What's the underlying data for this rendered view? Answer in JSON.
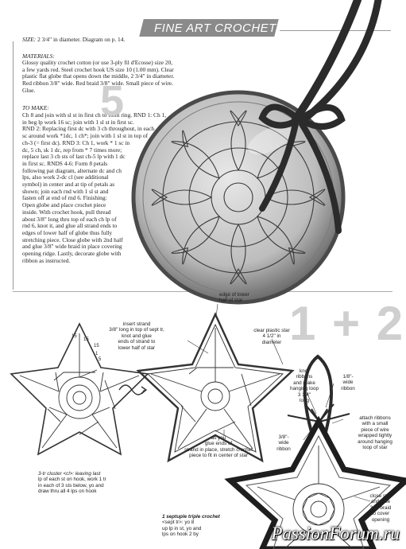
{
  "header": {
    "title": "FINE ART CROCHET"
  },
  "section_numbers": {
    "globe": "5",
    "stars": "1 + 2"
  },
  "size": {
    "label": "SIZE:",
    "text": "2 3/4\" in diameter. Diagram on p. 14."
  },
  "materials": {
    "label": "MATERIALS:",
    "lines": [
      "Glossy quality crochet cotton (or use 3-ply fil d'Ecosse) size 20,",
      "a few yards red.  Steel crochet hook US size 10 (1.00 mm).  Clear",
      "plastic flat globe that opens down the middle, 2 3/4\" in diameter.",
      "Red ribbon 3/8\" wide.  Red braid 3/8\" wide.  Small piece of wire.",
      "Glue."
    ]
  },
  "to_make": {
    "label": "TO MAKE:",
    "lines": [
      "Ch 8 and join with sl st in first ch to form ring.  RND 1:  Ch 1,",
      "in beg lp work 16 sc;  join with 1 sl st in first sc.",
      "RND 2:  Replacing first dc with 3 ch throughout, in each",
      "sc around work *1dc, 1 ch*;  join with 1 sl st in top of",
      "ch-3 (= first dc).  RND 3:  Ch 1, work * 1 sc in",
      "dc, 5 ch, sk 1 dc, rep from * 7 times more;",
      "replace last 3 ch sts of last ch-5 lp with 1 dc",
      "in first sc.  RNDS 4-6:  Form 8 petals",
      "following pat diagram, alternate dc and ch",
      "lps, also work 2-dc cl (see additional",
      "symbol) in center and at tip of petals as",
      "shown;  join each rnd with 1 sl st and",
      "fasten off at end of rnd 6.  Finishing:",
      "Open globe and place crochet piece",
      "inside.  With crochet hook, pull thread",
      "about 3/8\" long thru top of each ch lp of",
      "rnd 6, knot it, and glue all strand ends to",
      "edges of lower half of globe thus fully",
      "stretching piece.  Close globe with 2nd half",
      "and glue 3/8\" wide braid in place covering",
      "opening ridge.  Lastly, decorate globe with",
      "ribbon as instructed."
    ]
  },
  "diagram_labels": {
    "insert_strand": [
      "insert strand",
      "3/8\" long in top of sept tr,",
      "knot and glue",
      "ends of strand to",
      "lower half of star"
    ],
    "edge_lower": [
      "edge of lower",
      "half of star"
    ],
    "clear_star": [
      "clear plastic star",
      "4 1/2\" in",
      "diameter"
    ],
    "knot_ribbons": [
      "knot",
      "ribbons",
      "and make",
      "hanging loop",
      "3 1/4\"",
      "long"
    ],
    "wide_ribbon_18": [
      "1/8\"-",
      "wide",
      "ribbon"
    ],
    "attach_ribbons": [
      "attach ribbons",
      "with a small",
      "piece of wire",
      "wrapped tightly",
      "around hanging",
      "loop of star"
    ],
    "glue_ends": [
      "as you",
      "glue ends of",
      "strand in place, stretch crochet",
      "piece to fit in center of star"
    ],
    "wide_ribbon_38": [
      "3/8\"-",
      "wide",
      "ribbon"
    ],
    "close_star": [
      "close star",
      "and glue",
      "3/8\" braid",
      "to cover",
      "opening"
    ],
    "cluster": [
      "3-tr cluster <cl>: leaving last",
      "lp of each st on hook, work 1 tr",
      "in each of 3 sts below, yo and",
      "draw thru all 4 lps on hook"
    ],
    "septuple": [
      "1 septuple triple crochet",
      "<sept tr>: yo 8",
      "up lp in st, yo and",
      "lps on hook 2 by"
    ],
    "star_numbers": [
      "15",
      "15",
      "15",
      "1",
      "5"
    ]
  },
  "watermark": "PassionForum.ru",
  "colors": {
    "banner": "#8a8a8a",
    "ink": "#1a1a1a",
    "ribbon": "#2b2b2b",
    "section_number": "#cfcfcf"
  }
}
